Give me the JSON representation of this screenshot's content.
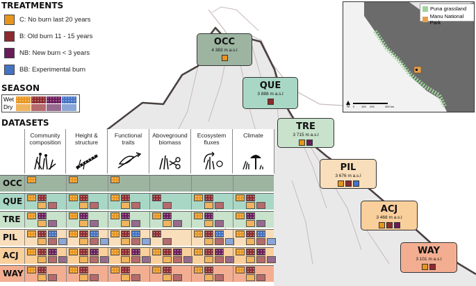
{
  "colors": {
    "C": "#E8951D",
    "B": "#8E2A2E",
    "NB": "#6A1B5A",
    "BB": "#4472C4",
    "C_light": "#F0B35E",
    "B_light": "#B56A6C",
    "NB_light": "#966A8E",
    "BB_light": "#8AA6D8",
    "site_OCC": "#9DB4A1",
    "site_QUE": "#A9D7C6",
    "site_TRE": "#C8E2CB",
    "site_PIL": "#F9DEBB",
    "site_ACJ": "#F9CF9C",
    "site_WAY": "#F3AE92",
    "puna": "#9FD39A",
    "manu": "#E0A050"
  },
  "treatments": {
    "title": "TREATMENTS",
    "items": [
      {
        "code": "C",
        "label": "C: No burn last 20 years"
      },
      {
        "code": "B",
        "label": "B: Old burn 11 - 15 years"
      },
      {
        "code": "NB",
        "label": "NB: New burn < 3 years"
      },
      {
        "code": "BB",
        "label": "BB: Experimental burn"
      }
    ]
  },
  "season": {
    "title": "SEASON",
    "wet": "Wet",
    "dry": "Dry"
  },
  "datasets": {
    "title": "DATASETS",
    "columns": [
      {
        "label": "Community composition",
        "icon": "grass-icon"
      },
      {
        "label": "Height & structure",
        "icon": "ruler-icon"
      },
      {
        "label": "Functional traits",
        "icon": "leaf-measure-icon"
      },
      {
        "label": "Aboveground biomass",
        "icon": "scissors-icon"
      },
      {
        "label": "Ecosystem fluxes",
        "icon": "flux-chamber-icon"
      },
      {
        "label": "Climate",
        "icon": "weather-station-icon"
      }
    ],
    "rows": [
      {
        "site": "OCC",
        "cells": [
          [
            "C"
          ],
          [
            "C"
          ],
          [
            "C"
          ],
          [],
          [],
          []
        ]
      },
      {
        "site": "QUE",
        "cells": [
          [
            "C",
            "B"
          ],
          [
            "C",
            "B"
          ],
          [
            "C",
            "B"
          ],
          [
            "B"
          ],
          [
            "C",
            "B"
          ],
          [
            "C",
            "B"
          ]
        ]
      },
      {
        "site": "TRE",
        "cells": [
          [
            "C",
            "NB"
          ],
          [
            "C",
            "NB"
          ],
          [
            "C",
            "NB"
          ],
          [
            "C",
            "NB"
          ],
          [
            "C",
            "NB"
          ],
          [
            "C",
            "NB"
          ]
        ]
      },
      {
        "site": "PIL",
        "cells": [
          [
            "C",
            "B",
            "BB"
          ],
          [
            "C",
            "B",
            "BB"
          ],
          [
            "C",
            "B",
            "BB"
          ],
          [
            "B"
          ],
          [
            "C",
            "B",
            "BB"
          ],
          [
            "C",
            "B",
            "BB"
          ]
        ]
      },
      {
        "site": "ACJ",
        "cells": [
          [
            "C",
            "B",
            "NB"
          ],
          [
            "C",
            "B",
            "NB"
          ],
          [
            "C",
            "B",
            "NB"
          ],
          [
            "C",
            "B",
            "NB"
          ],
          [
            "C",
            "B",
            "NB"
          ],
          [
            "C",
            "B",
            "NB"
          ]
        ]
      },
      {
        "site": "WAY",
        "cells": [
          [
            "C",
            "B"
          ],
          [
            "C",
            "B"
          ],
          [
            "C",
            "B"
          ],
          [
            "C",
            "B"
          ],
          [
            "C",
            "B"
          ],
          [
            "C",
            "B"
          ]
        ]
      }
    ]
  },
  "sites": [
    {
      "code": "OCC",
      "elev": "4 383 m a.s.l",
      "treatments": [
        "C"
      ]
    },
    {
      "code": "QUE",
      "elev": "3 888 m a.s.l",
      "treatments": [
        "B"
      ]
    },
    {
      "code": "TRE",
      "elev": "3 715 m a.s.l",
      "treatments": [
        "C",
        "NB"
      ]
    },
    {
      "code": "PIL",
      "elev": "3 676 m a.s.l",
      "treatments": [
        "C",
        "B",
        "BB"
      ]
    },
    {
      "code": "ACJ",
      "elev": "3 468 m a.s.l",
      "treatments": [
        "C",
        "B",
        "NB"
      ]
    },
    {
      "code": "WAY",
      "elev": "3 101 m a.s.l",
      "treatments": [
        "C",
        "B"
      ]
    }
  ],
  "map": {
    "legend": [
      {
        "key": "puna",
        "label": "Puna grassland"
      },
      {
        "key": "manu",
        "label": "Manu National Park"
      }
    ],
    "north": "N",
    "scale": [
      "0",
      "100",
      "200",
      "400 km"
    ]
  }
}
